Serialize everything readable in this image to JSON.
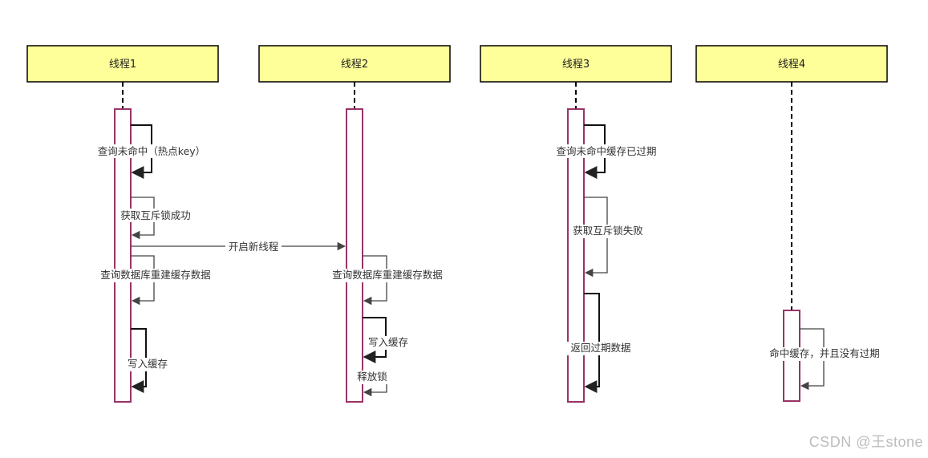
{
  "threads": [
    {
      "label": "线程1"
    },
    {
      "label": "线程2"
    },
    {
      "label": "线程3"
    },
    {
      "label": "线程4"
    }
  ],
  "steps": [
    {
      "label": "查询未命中（热点key）"
    },
    {
      "label": "获取互斥锁成功"
    },
    {
      "label": "开启新线程"
    },
    {
      "label": "查询数据库重建缓存数据"
    },
    {
      "label": "写入缓存"
    },
    {
      "label": "查询数据库重建缓存数据"
    },
    {
      "label": "写入缓存"
    },
    {
      "label": "释放锁"
    },
    {
      "label": "查询未命中缓存已过期"
    },
    {
      "label": "获取互斥锁失败"
    },
    {
      "label": "返回过期数据"
    },
    {
      "label": "命中缓存，并且没有过期"
    }
  ],
  "colors": {
    "header_fill": "#FFFF99",
    "activation_border": "#993366",
    "line": "#000000"
  },
  "watermark": "CSDN @王stone"
}
